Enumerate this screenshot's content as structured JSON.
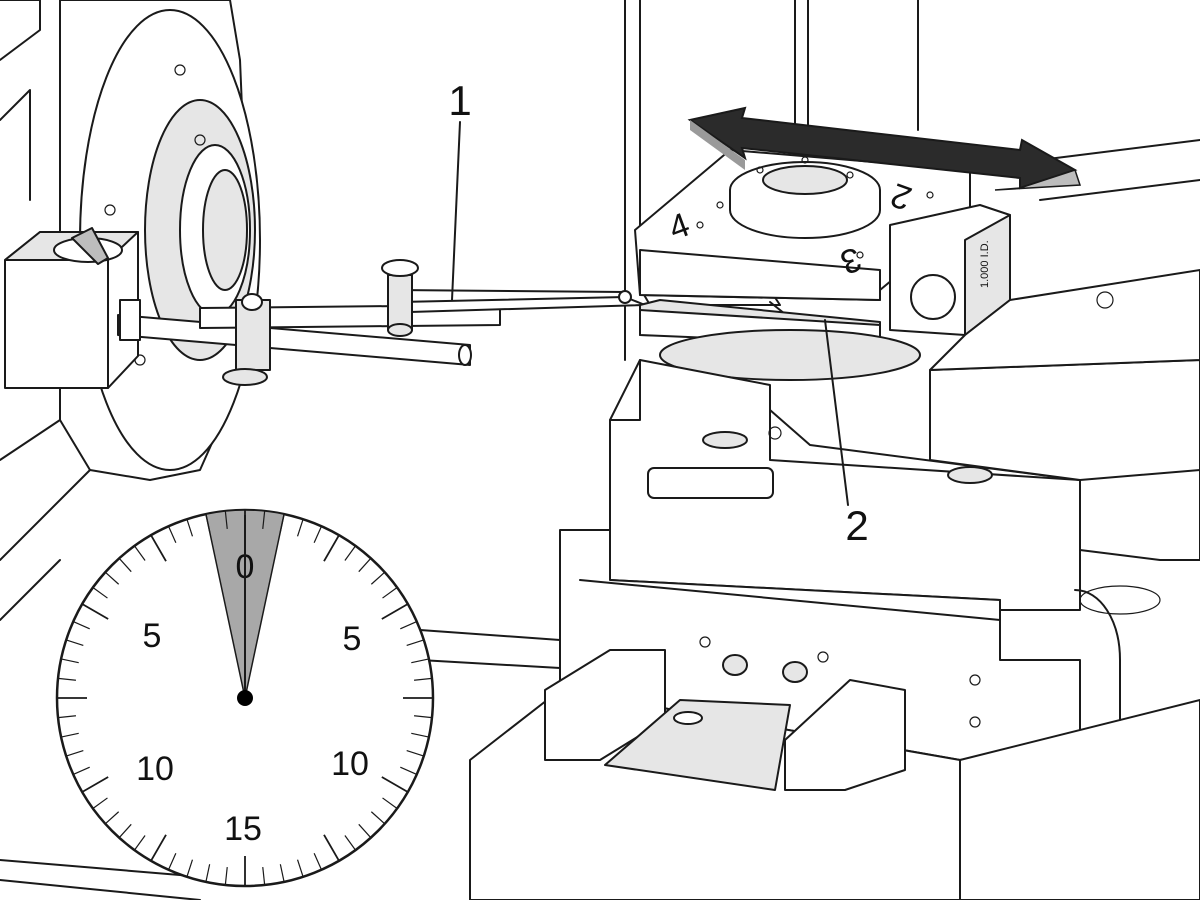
{
  "callouts": {
    "one": "1",
    "two": "2"
  },
  "table_markings": {
    "side_a": "4",
    "side_b": "3",
    "side_c": "2",
    "id_label": "1.000 I.D."
  },
  "dial": {
    "labels": {
      "top": "0",
      "left_upper": "5",
      "right_upper": "5",
      "left_lower": "10",
      "right_lower": "10",
      "bottom": "15"
    },
    "accent_color": "#a8a8a8"
  },
  "arrow_color": "#2b2b2b"
}
